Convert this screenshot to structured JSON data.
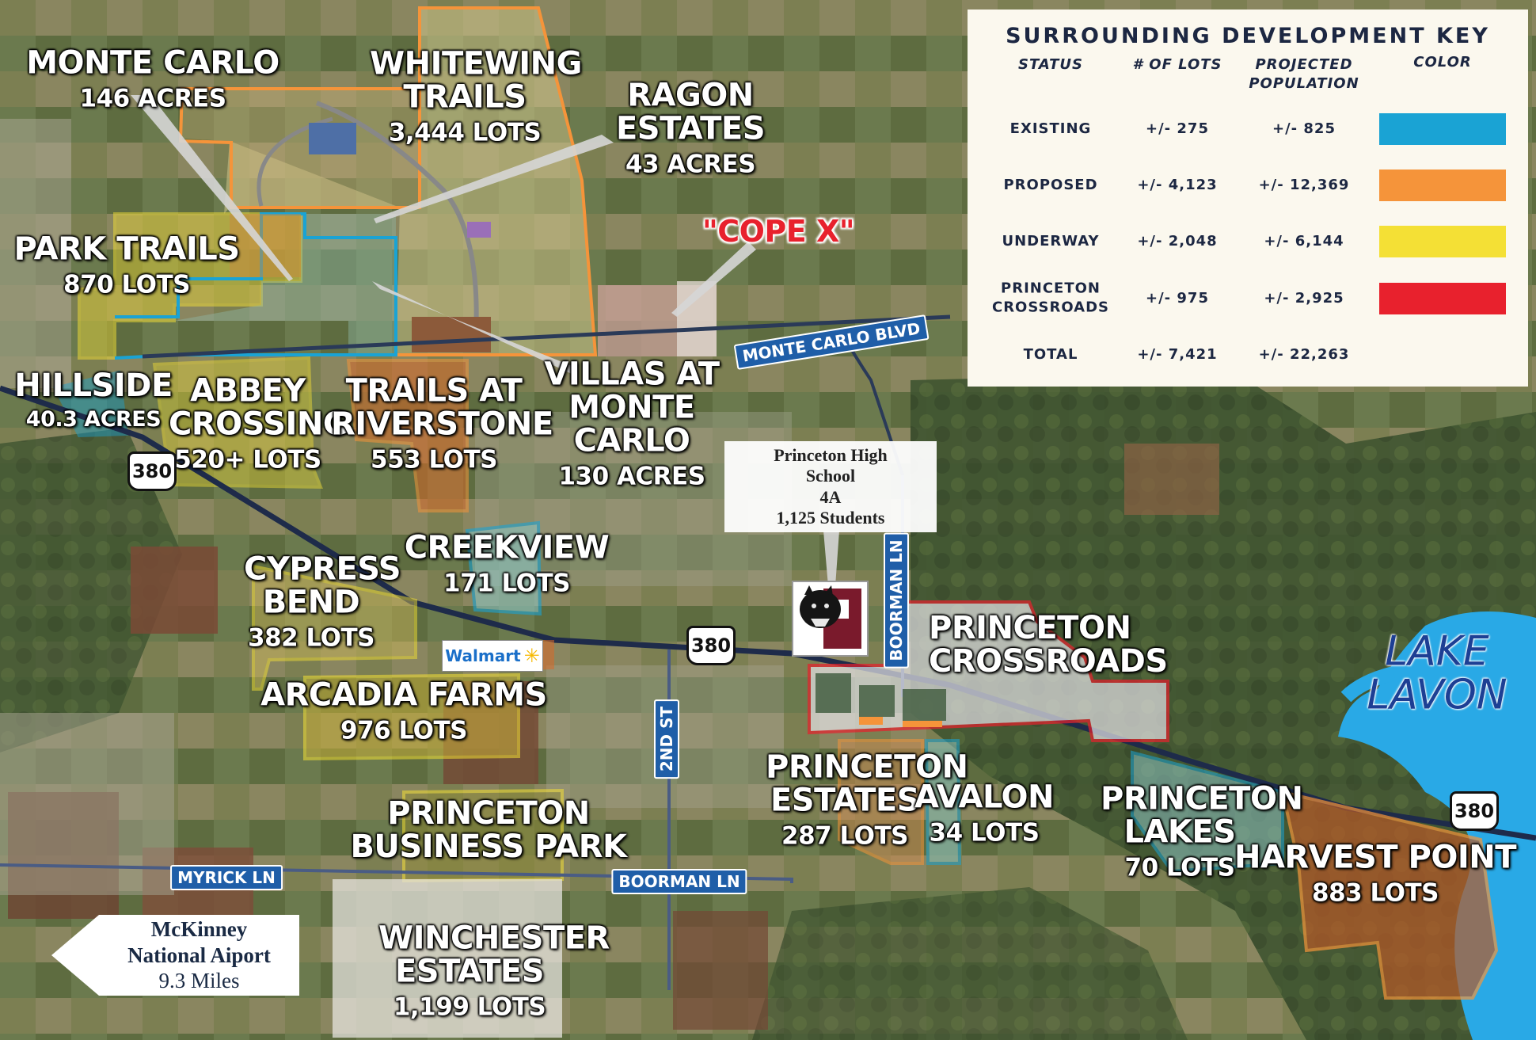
{
  "developments": [
    {
      "id": "monte-carlo",
      "name": "MONTE CARLO",
      "size": "146 ACRES"
    },
    {
      "id": "whitewing-trails",
      "name": "WHITEWING TRAILS",
      "size": "3,444 LOTS"
    },
    {
      "id": "ragon-estates",
      "name": "RAGON ESTATES",
      "size": "43 ACRES"
    },
    {
      "id": "cope-x",
      "name": "\"COPE X\"",
      "size": ""
    },
    {
      "id": "park-trails",
      "name": "PARK TRAILS",
      "size": "870 LOTS"
    },
    {
      "id": "hillside",
      "name": "HILLSIDE",
      "size": "40.3 ACRES"
    },
    {
      "id": "abbey-crossing",
      "name": "ABBEY CROSSING",
      "size": "520+ LOTS"
    },
    {
      "id": "trails-at-riverstone",
      "name": "TRAILS AT RIVERSTONE",
      "size": "553 LOTS"
    },
    {
      "id": "villas-at-monte-carlo",
      "name": "VILLAS AT MONTE CARLO",
      "size": "130 ACRES"
    },
    {
      "id": "cypress-bend",
      "name": "CYPRESS BEND",
      "size": "382 LOTS"
    },
    {
      "id": "creekview",
      "name": "CREEKVIEW",
      "size": "171 LOTS"
    },
    {
      "id": "arcadia-farms",
      "name": "ARCADIA FARMS",
      "size": "976 LOTS"
    },
    {
      "id": "princeton-crossroads",
      "name": "PRINCETON CROSSROADS",
      "size": ""
    },
    {
      "id": "princeton-business-park",
      "name": "PRINCETON BUSINESS PARK",
      "size": ""
    },
    {
      "id": "princeton-estates",
      "name": "PRINCETON ESTATES",
      "size": "287 LOTS"
    },
    {
      "id": "avalon",
      "name": "AVALON",
      "size": "34 LOTS"
    },
    {
      "id": "princeton-lakes",
      "name": "PRINCETON LAKES",
      "size": "70 LOTS"
    },
    {
      "id": "harvest-point",
      "name": "HARVEST POINT",
      "size": "883 LOTS"
    },
    {
      "id": "winchester-estates",
      "name": "WINCHESTER ESTATES",
      "size": "1,199 LOTS"
    }
  ],
  "roads": {
    "monte_carlo_blvd": "MONTE CARLO BLVD",
    "boorman_ln_vertical": "BOORMAN LN",
    "second_st": "2ND ST",
    "myrick_ln": "MYRICK LN",
    "boorman_ln_horizontal": "BOORMAN LN"
  },
  "highways": {
    "us380": "380"
  },
  "lake": {
    "line1": "LAKE",
    "line2": "LAVON"
  },
  "school": {
    "line1": "Princeton High",
    "line2": "School",
    "line3": "4A",
    "line4": "1,125 Students"
  },
  "walmart": {
    "label": "Walmart"
  },
  "airport": {
    "line1": "McKinney",
    "line2": "National Aiport",
    "line3": "9.3 Miles"
  },
  "key": {
    "title": "SURROUNDING DEVELOPMENT KEY",
    "headers": {
      "status": "STATUS",
      "lots": "# OF LOTS",
      "population": "PROJECTED POPULATION",
      "color": "COLOR"
    },
    "rows": [
      {
        "status": "EXISTING",
        "lots": "+/- 275",
        "population": "+/- 825",
        "color": "#1aa3d4"
      },
      {
        "status": "PROPOSED",
        "lots": "+/- 4,123",
        "population": "+/- 12,369",
        "color": "#f5943a"
      },
      {
        "status": "UNDERWAY",
        "lots": "+/- 2,048",
        "population": "+/- 6,144",
        "color": "#f4e035"
      },
      {
        "status": "PRINCETON CROSSROADS",
        "lots": "+/- 975",
        "population": "+/- 2,925",
        "color": "#e8212d"
      },
      {
        "status": "TOTAL",
        "lots": "+/- 7,421",
        "population": "+/- 22,263",
        "color": ""
      }
    ]
  },
  "status_colors": {
    "existing": "#1aa3d4",
    "proposed": "#f5943a",
    "underway": "#f4e035",
    "crossroads": "#e8212d"
  }
}
